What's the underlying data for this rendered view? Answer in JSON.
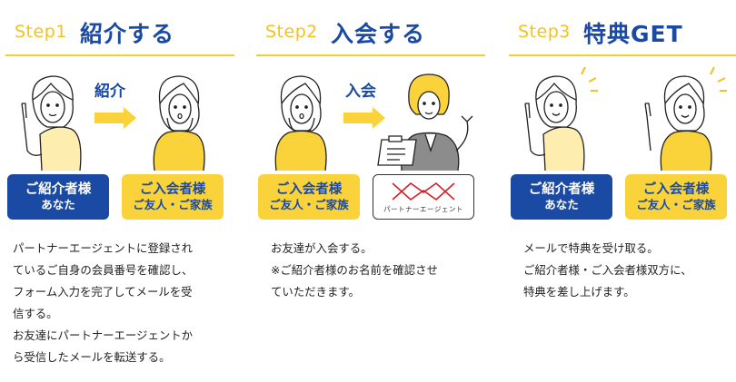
{
  "steps": [
    {
      "label": "Step1",
      "title": "紹介する",
      "arrow_label": "紹介",
      "badge_left": {
        "line1": "ご紹介者様",
        "line2": "あなた",
        "color": "#1a4aa3"
      },
      "badge_right": {
        "line1": "ご入会者様",
        "line2": "ご友人・ご家族",
        "color": "#fad23a"
      },
      "description": [
        "パートナーエージェントに登録され",
        "ているご自身の会員番号を確認し、",
        "フォーム入力を完了してメールを受",
        "信する。",
        "お友達にパートナーエージェントか",
        "ら受信したメールを転送する。"
      ]
    },
    {
      "label": "Step2",
      "title": "入会する",
      "arrow_label": "入会",
      "badge_left": {
        "line1": "ご入会者様",
        "line2": "ご友人・ご家族",
        "color": "#fad23a"
      },
      "badge_right": {
        "logo_text": "パートナーエージェント",
        "icon": "partner-agent-logo"
      },
      "description": [
        "お友達が入会する。",
        "※ご紹介者様のお名前を確認させ",
        "ていただきます。"
      ]
    },
    {
      "label": "Step3",
      "title": "特典GET",
      "badge_left": {
        "line1": "ご紹介者様",
        "line2": "あなた",
        "color": "#1a4aa3"
      },
      "badge_right": {
        "line1": "ご入会者様",
        "line2": "ご友人・ご家族",
        "color": "#fad23a"
      },
      "description": [
        "メールで特典を受け取る。",
        "ご紹介者様・ご入会者様双方に、",
        "特典を差し上げます。"
      ]
    }
  ],
  "colors": {
    "brand_blue": "#1a4aa3",
    "brand_yellow": "#fad23a",
    "step_label": "#f4c21a",
    "divider": "#f3cf2a"
  }
}
